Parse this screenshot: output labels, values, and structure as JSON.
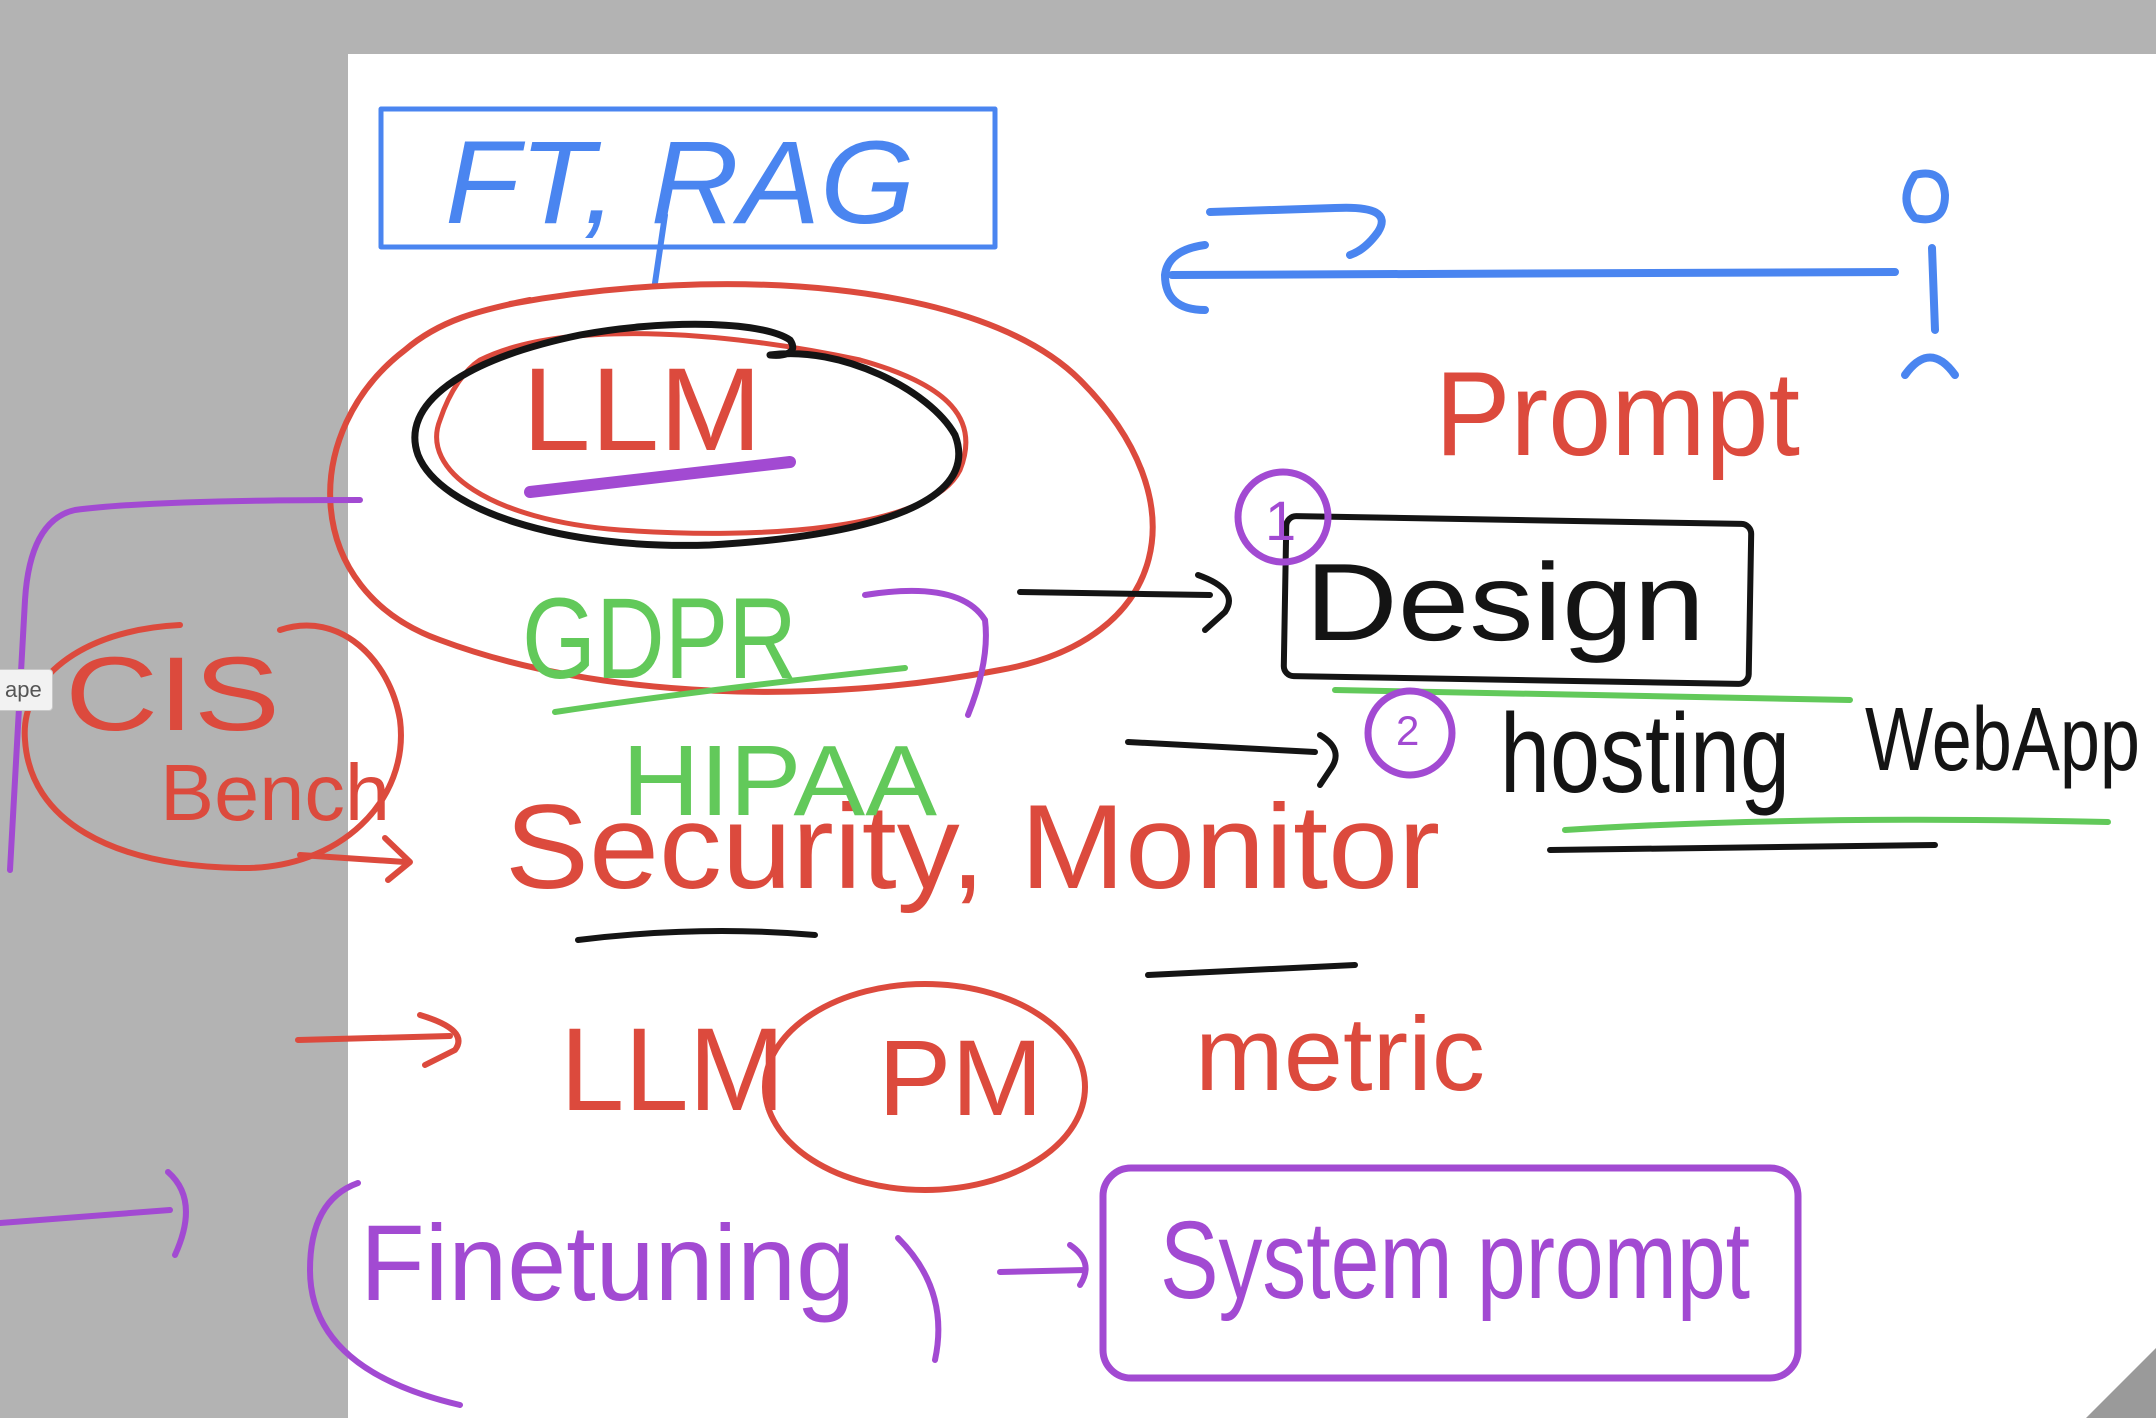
{
  "tooltip": {
    "text": "ape"
  },
  "colors": {
    "red": "#dc4a3d",
    "blue": "#4a85f0",
    "purple": "#a24ad2",
    "green": "#62c95a",
    "black": "#141414",
    "canvas": "#ffffff",
    "workspace": "#b3b3b3"
  },
  "words": {
    "ft_rag": "FT, RAG",
    "llm_top": "LLM",
    "prompt": "Prompt",
    "gdpr": "GDPR",
    "hipaa": "HIPAA",
    "cis": "CIS",
    "bench": "Bench",
    "security_monitor": "Security, Monitor",
    "design": "Design",
    "hosting": "hosting",
    "webapp": "WebApp",
    "step_1": "1",
    "step_2": "2",
    "llm_bottom": "LLM",
    "pm": "PM",
    "metric": "metric",
    "finetuning": "Finetuning",
    "system_prompt": "System prompt"
  }
}
